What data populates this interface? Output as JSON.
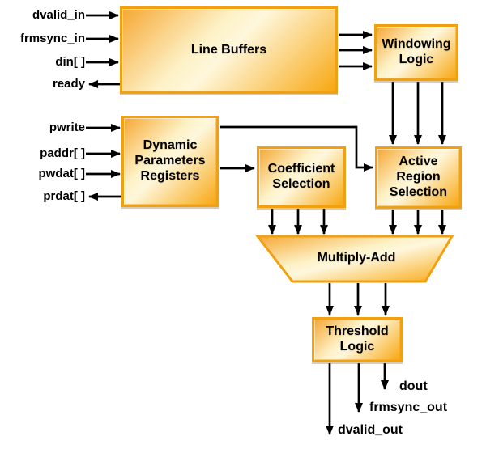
{
  "diagram": {
    "nodes": {
      "line_buffers": "Line Buffers",
      "windowing_logic": "Windowing\nLogic",
      "dynamic_parameters_registers": "Dynamic\nParameters\nRegisters",
      "coefficient_selection": "Coefficient\nSelection",
      "active_region_selection": "Active\nRegion\nSelection",
      "multiply_add": "Multiply-Add",
      "threshold_logic": "Threshold\nLogic"
    },
    "ports": {
      "data_inputs": [
        {
          "label": "dvalid_in",
          "direction": "in"
        },
        {
          "label": "frmsync_in",
          "direction": "in"
        },
        {
          "label": "din[ ]",
          "direction": "in"
        },
        {
          "label": "ready",
          "direction": "out"
        }
      ],
      "param_ports": [
        {
          "label": "pwrite",
          "direction": "in"
        },
        {
          "label": "paddr[ ]",
          "direction": "in"
        },
        {
          "label": "pwdat[ ]",
          "direction": "in"
        },
        {
          "label": "prdat[ ]",
          "direction": "out"
        }
      ],
      "outputs": [
        {
          "label": "dout"
        },
        {
          "label": "frmsync_out"
        },
        {
          "label": "dvalid_out"
        }
      ]
    },
    "colors": {
      "box_border": "#F2A00F",
      "box_fill_light": "#FEF7DC",
      "box_fill_orange": "#F6A72C",
      "wire": "#000000",
      "background": "#FFFFFF"
    }
  }
}
